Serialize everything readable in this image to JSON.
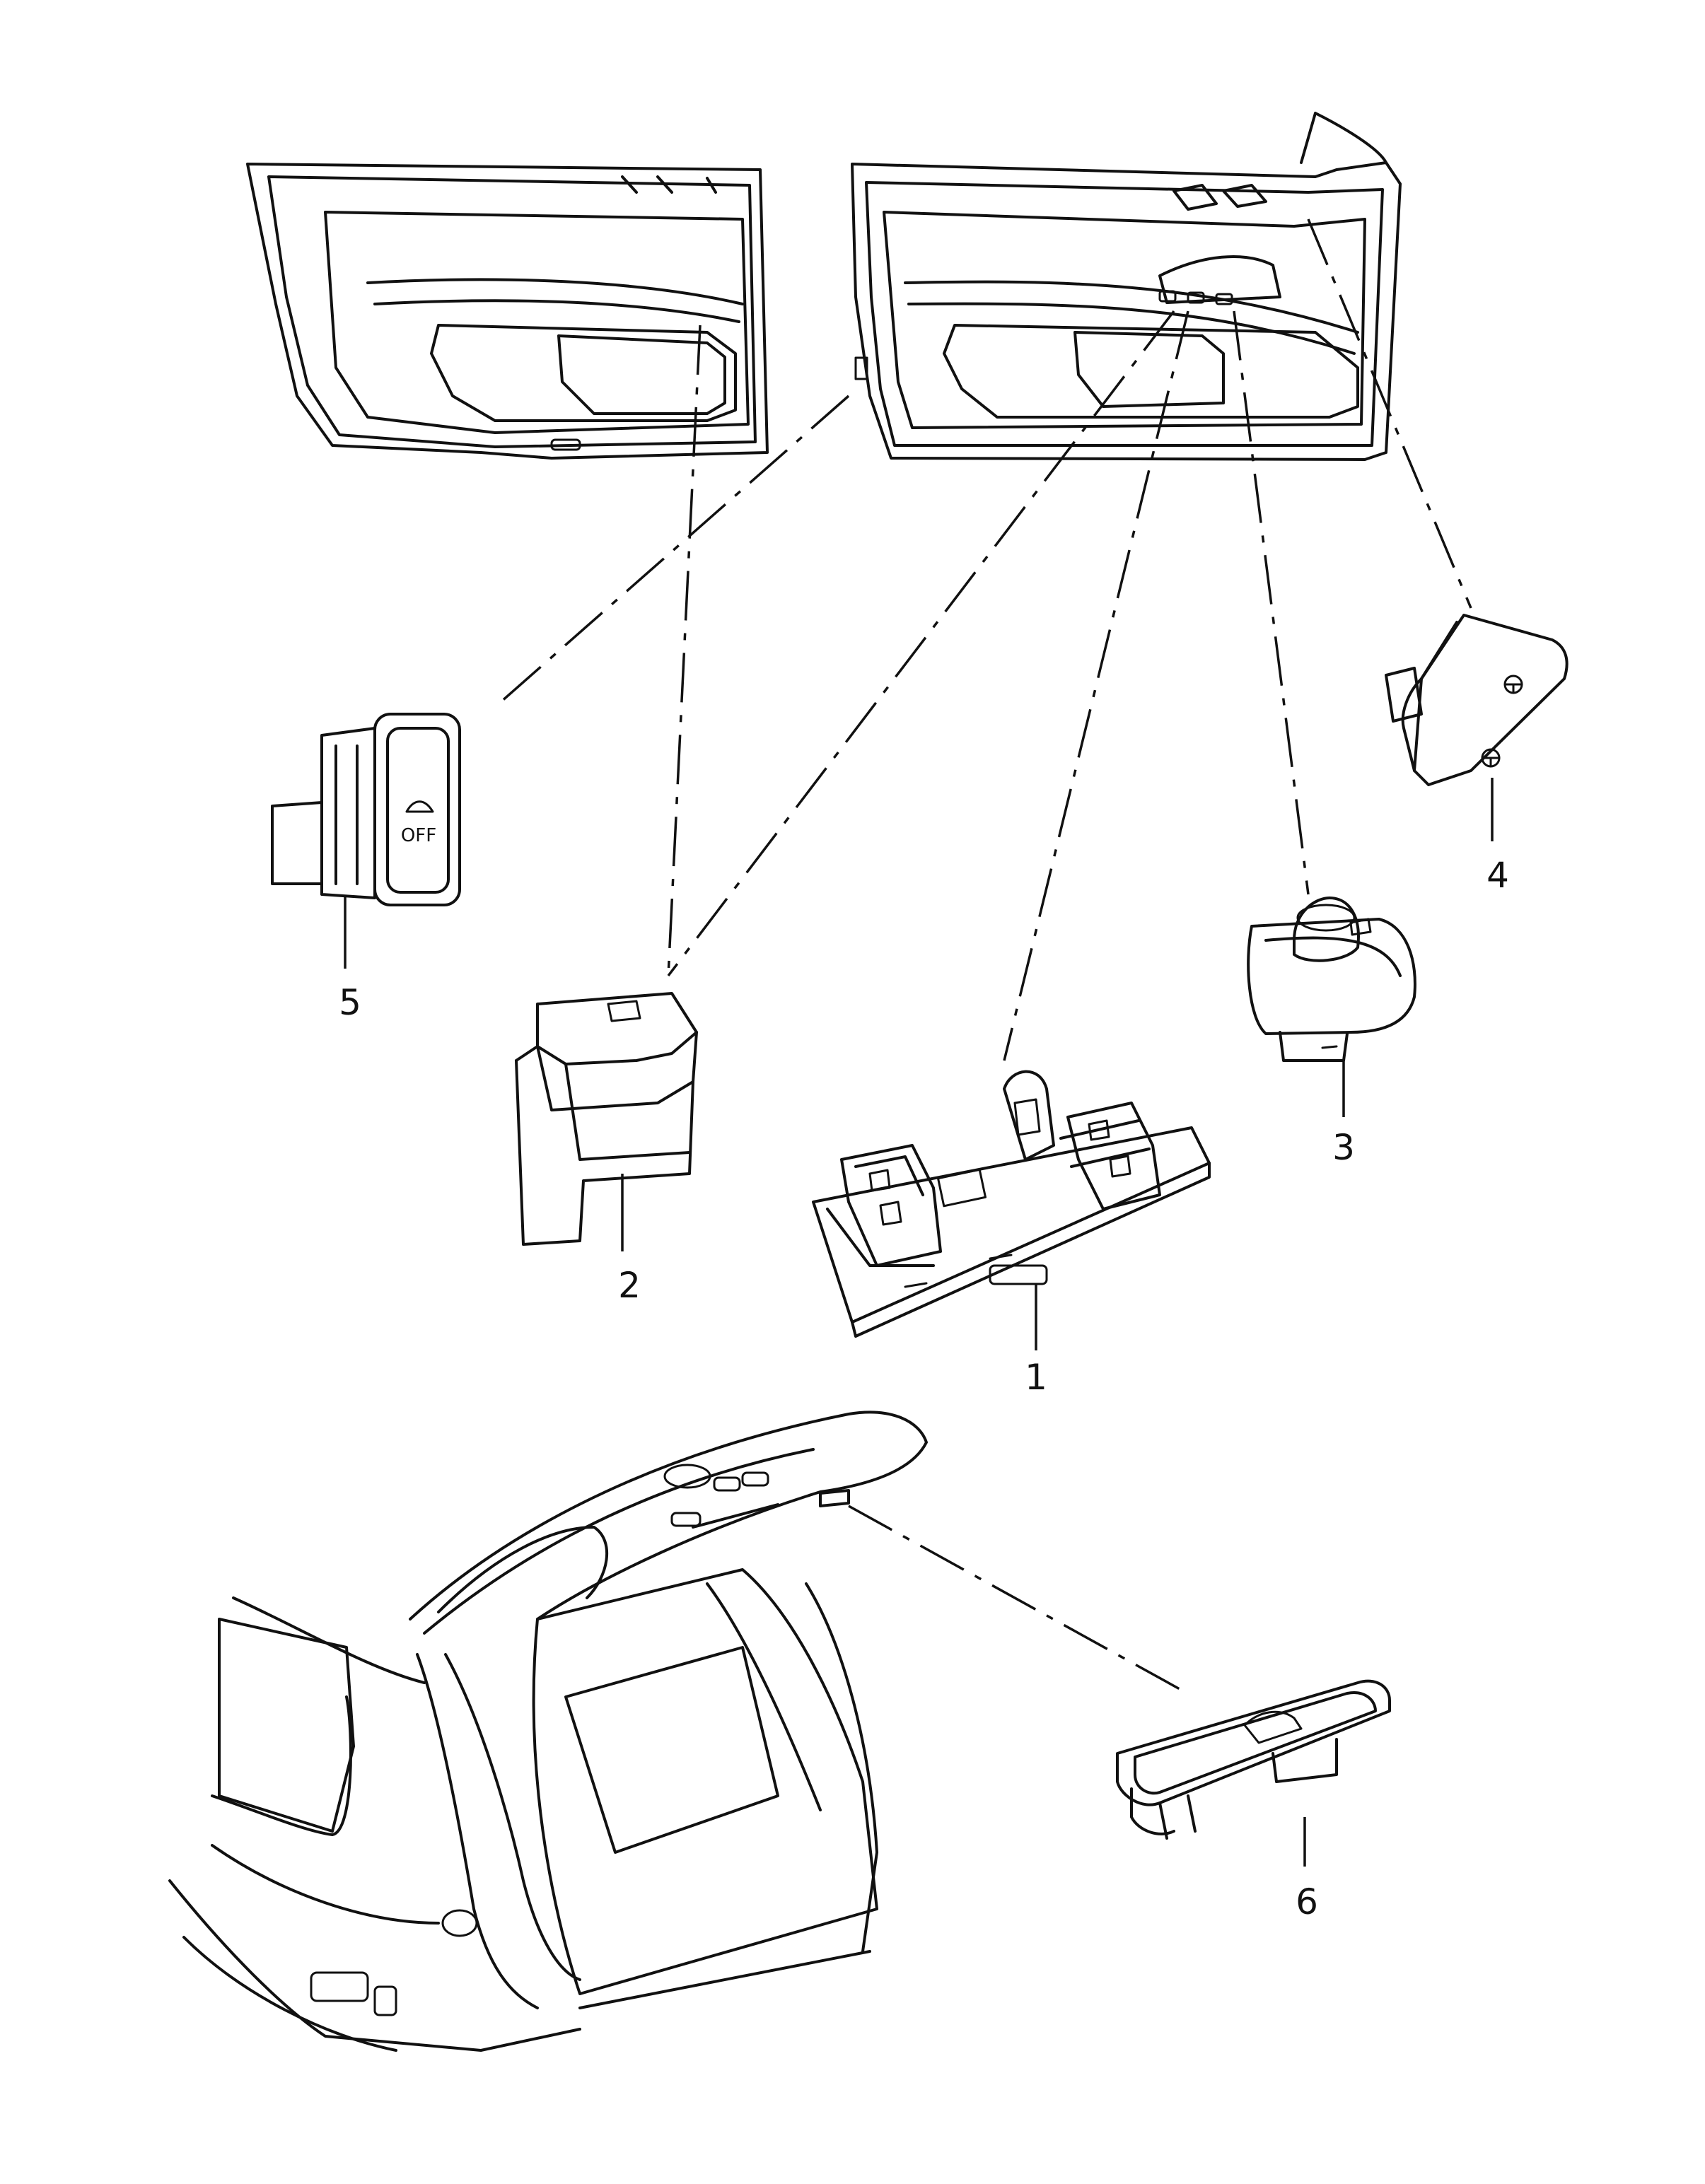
{
  "callouts": [
    {
      "id": "1",
      "label": "1"
    },
    {
      "id": "2",
      "label": "2"
    },
    {
      "id": "3",
      "label": "3"
    },
    {
      "id": "4",
      "label": "4"
    },
    {
      "id": "5",
      "label": "5"
    },
    {
      "id": "6",
      "label": "6"
    }
  ],
  "part5_switch_text": "OFF"
}
